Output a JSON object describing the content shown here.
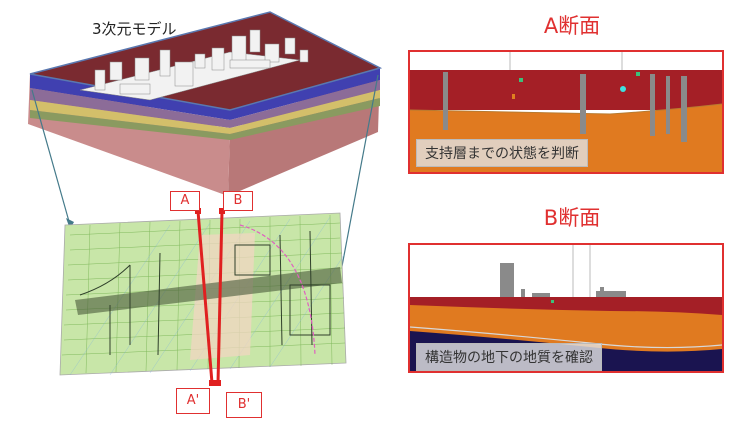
{
  "model_title": "3次元モデル",
  "section_a": {
    "title": "A断面",
    "caption": "支持層までの状態を判断"
  },
  "section_b": {
    "title": "B断面",
    "caption": "構造物の地下の地質を確認"
  },
  "markers": {
    "a_top": "A",
    "b_top": "B",
    "a_bottom": "A'",
    "b_bottom": "B'"
  },
  "colors": {
    "accent_red": "#e03030",
    "soil_orange": "#e07a20",
    "soil_red": "#a41f26",
    "soil_navy": "#1a1450",
    "model_top": "#7a2a30",
    "model_side": "#c98c8c"
  }
}
